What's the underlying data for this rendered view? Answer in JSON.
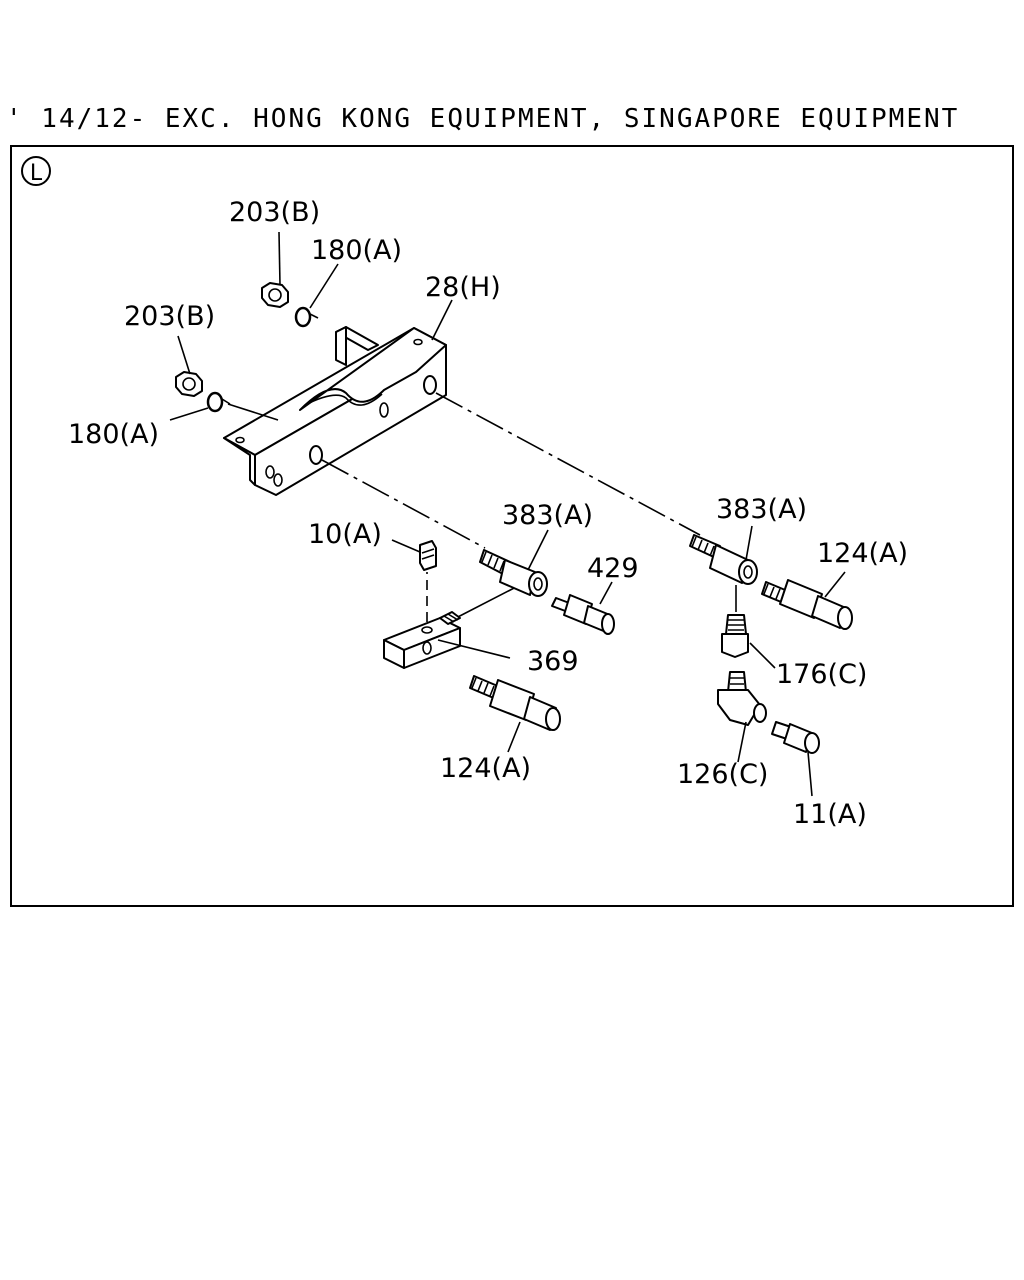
{
  "header": {
    "title": "' 14/12- EXC. HONG KONG EQUIPMENT, SINGAPORE EQUIPMENT"
  },
  "diagram": {
    "section_marker": "L",
    "callouts": [
      {
        "id": "c1",
        "label": "203(B)"
      },
      {
        "id": "c2",
        "label": "180(A)"
      },
      {
        "id": "c3",
        "label": "28(H)"
      },
      {
        "id": "c4",
        "label": "203(B)"
      },
      {
        "id": "c5",
        "label": "180(A)"
      },
      {
        "id": "c6",
        "label": "383(A)"
      },
      {
        "id": "c7",
        "label": "383(A)"
      },
      {
        "id": "c8",
        "label": "10(A)"
      },
      {
        "id": "c9",
        "label": "429"
      },
      {
        "id": "c10",
        "label": "124(A)"
      },
      {
        "id": "c11",
        "label": "369"
      },
      {
        "id": "c12",
        "label": "176(C)"
      },
      {
        "id": "c13",
        "label": "124(A)"
      },
      {
        "id": "c14",
        "label": "126(C)"
      },
      {
        "id": "c15",
        "label": "11(A)"
      }
    ]
  }
}
